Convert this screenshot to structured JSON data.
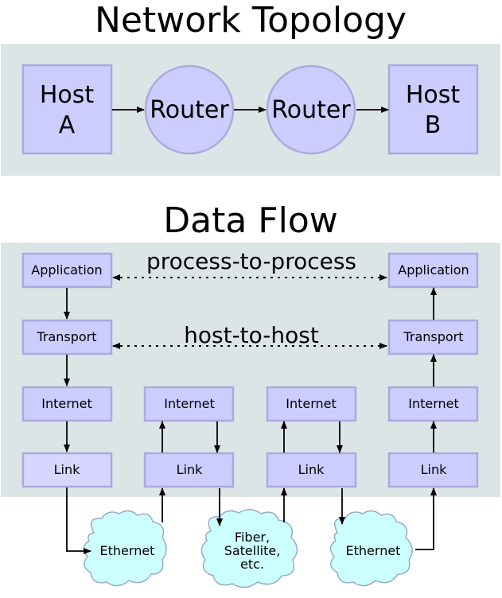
{
  "topology": {
    "title": "Network Topology",
    "host_a": {
      "line1": "Host",
      "line2": "A"
    },
    "router_1": "Router",
    "router_2": "Router",
    "host_b": {
      "line1": "Host",
      "line2": "B"
    }
  },
  "dataflow": {
    "title": "Data Flow",
    "process_label": "process-to-process",
    "host_label": "host-to-host",
    "stack_a": {
      "application": "Application",
      "transport": "Transport",
      "internet": "Internet",
      "link": "Link"
    },
    "router_1": {
      "internet": "Internet",
      "link": "Link"
    },
    "router_2": {
      "internet": "Internet",
      "link": "Link"
    },
    "stack_b": {
      "application": "Application",
      "transport": "Transport",
      "internet": "Internet",
      "link": "Link"
    },
    "cloud_1": "Ethernet",
    "cloud_2": {
      "line1": "Fiber,",
      "line2": "Satellite,",
      "line3": "etc."
    },
    "cloud_3": "Ethernet"
  },
  "colors": {
    "band": "#dce5e6",
    "node_fill": "#ccccff",
    "node_stroke": "#aaaadd",
    "cloud_fill": "#ccffff"
  }
}
